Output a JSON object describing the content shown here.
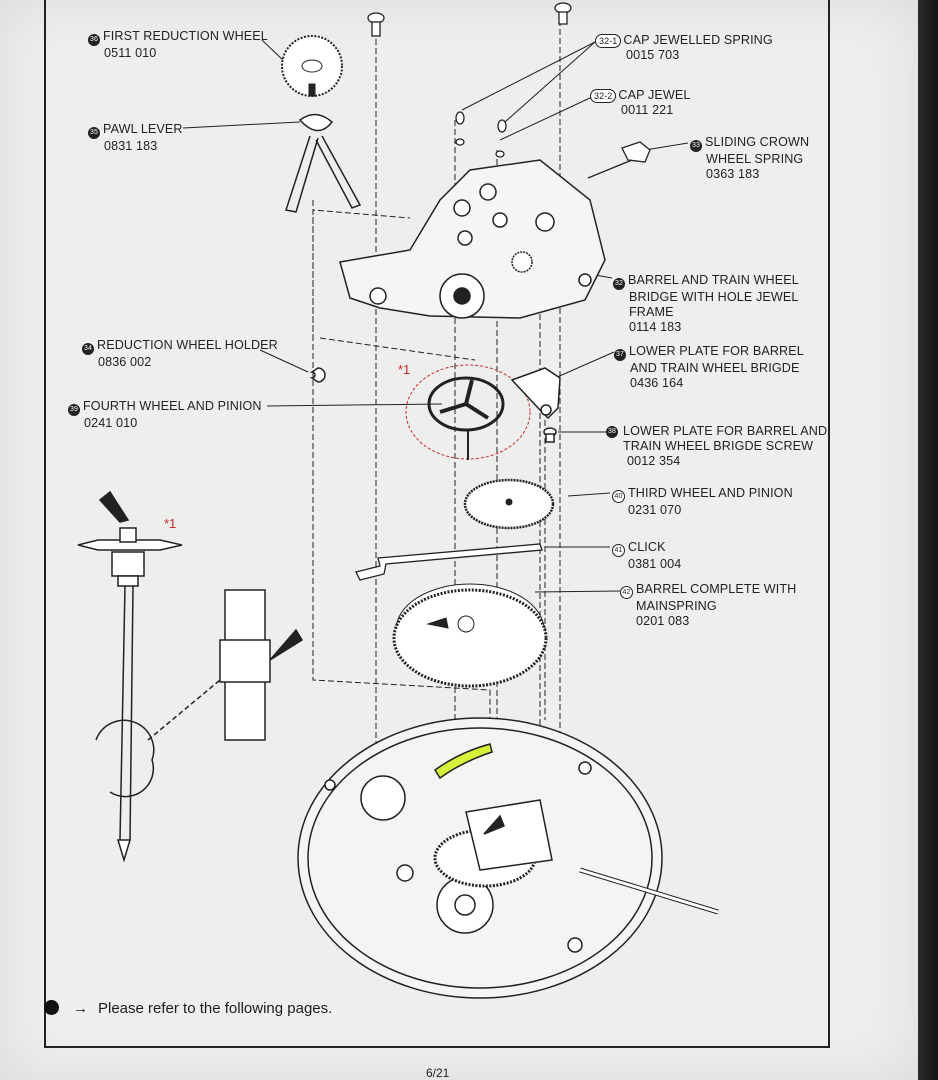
{
  "parts": {
    "p36": {
      "num": "36",
      "name": "FIRST REDUCTION WHEEL",
      "code": "0511 010"
    },
    "p35": {
      "num": "35",
      "name": "PAWL LEVER",
      "code": "0831 183"
    },
    "p32_1": {
      "num": "32-1",
      "name": "CAP JEWELLED SPRING",
      "code": "0015 703"
    },
    "p32_2": {
      "num": "32-2",
      "name": "CAP JEWEL",
      "code": "0011 221"
    },
    "p33": {
      "num": "33",
      "name1": "SLIDING CROWN",
      "name2": "WHEEL SPRING",
      "code": "0363 183"
    },
    "p32": {
      "num": "32",
      "name1": "BARREL AND TRAIN WHEEL",
      "name2": "BRIDGE WITH HOLE JEWEL",
      "name3": "FRAME",
      "code": "0114 183"
    },
    "p34": {
      "num": "34",
      "name": "REDUCTION WHEEL HOLDER",
      "code": "0836 002"
    },
    "p37": {
      "num": "37",
      "name1": "LOWER PLATE FOR BARREL",
      "name2": "AND TRAIN WHEEL BRIGDE",
      "code": "0436 164"
    },
    "p39": {
      "num": "39",
      "name": "FOURTH WHEEL AND PINION",
      "code": "0241 010"
    },
    "p38": {
      "num": "38",
      "name1": "LOWER PLATE FOR BARREL AND",
      "name2": "TRAIN WHEEL BRIGDE SCREW",
      "code": "0012 354"
    },
    "p40": {
      "num": "40",
      "name": "THIRD WHEEL AND PINION",
      "code": "0231 070"
    },
    "p41": {
      "num": "41",
      "name": "CLICK",
      "code": "0381 004"
    },
    "p42": {
      "num": "42",
      "name1": "BARREL COMPLETE WITH",
      "name2": "MAINSPRING",
      "code": "0201 083"
    }
  },
  "star_note": "*1",
  "footer": {
    "arrow": "→",
    "text": "Please refer to the following pages."
  },
  "page_number": "6/21",
  "colors": {
    "highlight": "#d9f03a",
    "star": "#c62b2b"
  }
}
